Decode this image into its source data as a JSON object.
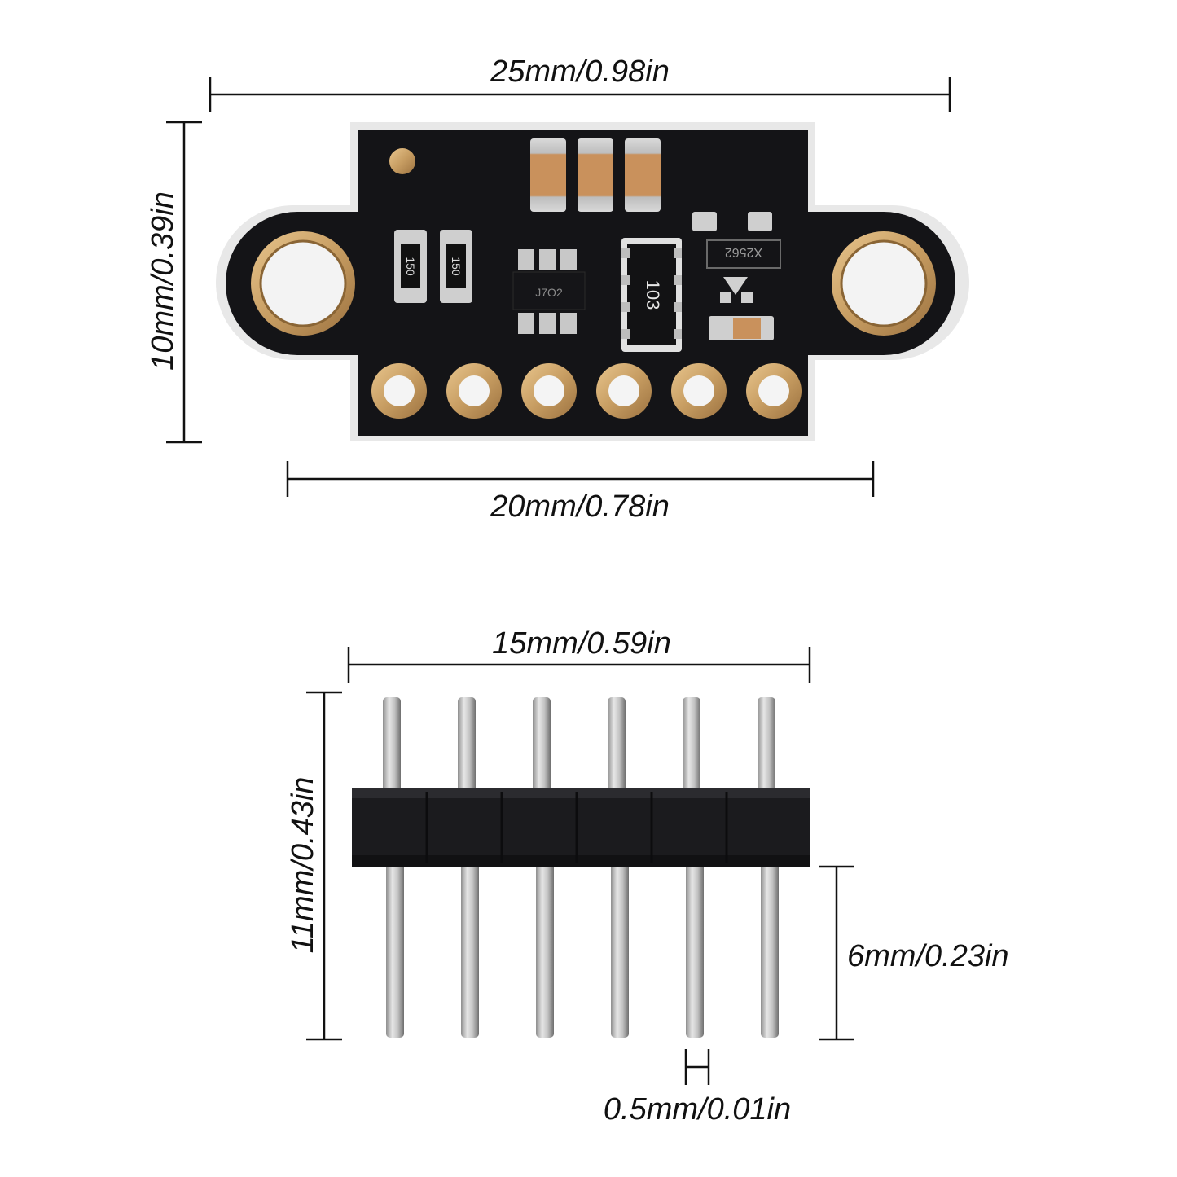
{
  "dimensions": {
    "board_width_total": "25mm/0.98in",
    "board_height": "10mm/0.39in",
    "board_width_body": "20mm/0.78in",
    "header_width": "15mm/0.59in",
    "header_height_total": "11mm/0.43in",
    "pin_lower_length": "6mm/0.23in",
    "pin_thickness": "0.5mm/0.01in"
  },
  "chip_markings": {
    "resistor_left": "150",
    "resistor_right": "150",
    "regulator": "J7O2",
    "resistor_array": "103",
    "sensor_ic": "X2562"
  },
  "colors": {
    "pcb": "#141417",
    "gold": "#c79d62",
    "pin_metal": "#b9b9b9",
    "header_plastic": "#1b1b1e",
    "dimension_ink": "#111111"
  },
  "header": {
    "pin_count": 6
  }
}
